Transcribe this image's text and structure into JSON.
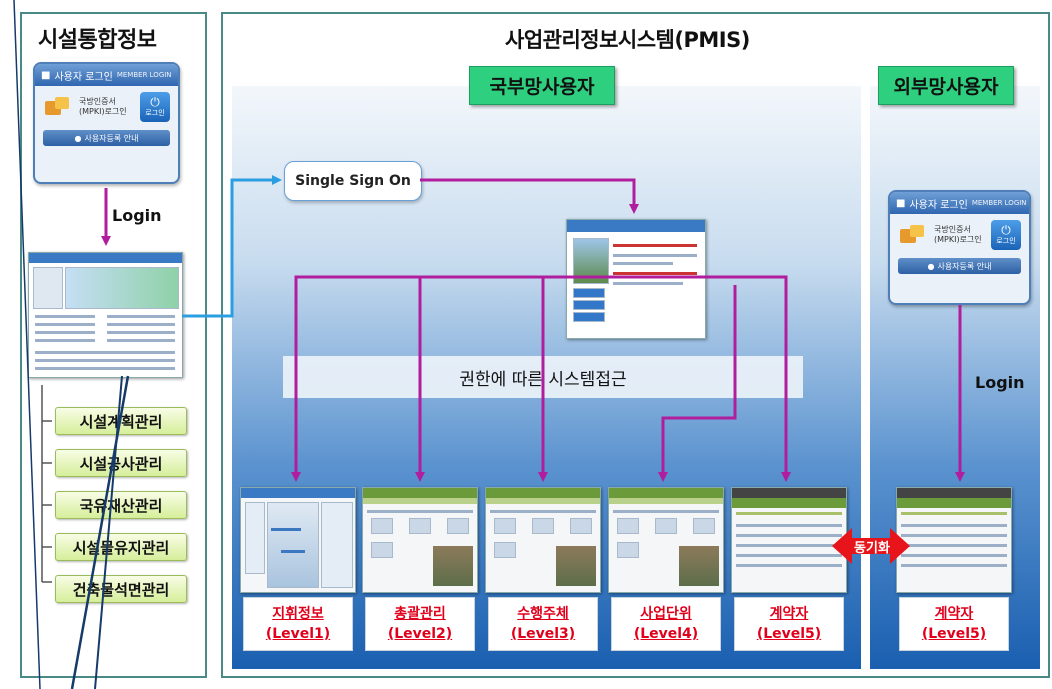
{
  "left_panel": {
    "title": "시설통합정보",
    "login_box": {
      "header": "사용자 로그인",
      "header_small": "MEMBER LOGIN",
      "cert_text_1": "국방인증서",
      "cert_text_2": "(MPKI)로그인",
      "power_label": "로그인",
      "register_label": "사용자등록 안내"
    },
    "login_label": "Login",
    "menu_items": [
      "시설계획관리",
      "시설공사관리",
      "국유재산관리",
      "시설물유지관리",
      "건축물석면관리"
    ]
  },
  "right_panel": {
    "title": "사업관리정보시스템(PMIS)",
    "internal_header": "국부망사용자",
    "external_header": "외부망사용자",
    "sso_label": "Single Sign On",
    "access_band": "권한에 따른 시스템접근",
    "external_login_label": "Login",
    "sync_label": "동기화",
    "levels": [
      {
        "name": "지휘정보",
        "level": "(Level1)"
      },
      {
        "name": "총괄관리",
        "level": "(Level2)"
      },
      {
        "name": "수행주체",
        "level": "(Level3)"
      },
      {
        "name": "사업단위",
        "level": "(Level4)"
      },
      {
        "name": "계약자",
        "level": "(Level5)"
      }
    ],
    "external_level": {
      "name": "계약자",
      "level": "(Level5)"
    }
  },
  "colors": {
    "frame": "#4a8a86",
    "green_header": "#2ecf7e",
    "arrow_magenta": "#b01e9e",
    "arrow_blue": "#2a9ee0",
    "level_text": "#e0001b",
    "sync": "#e8141c"
  }
}
